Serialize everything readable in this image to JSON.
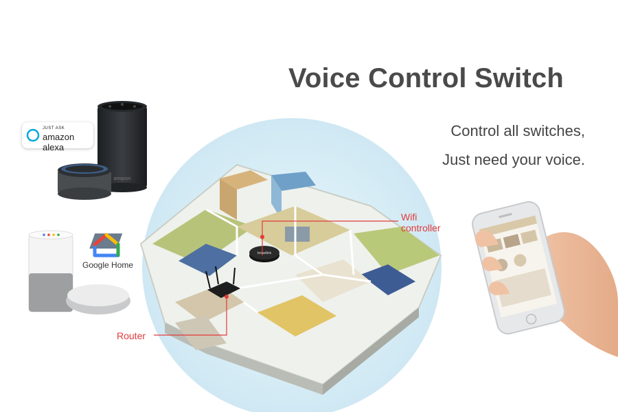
{
  "headline": "Voice Control Switch",
  "subline_1": "Control all switches,",
  "subline_2": "Just need your voice.",
  "callouts": {
    "wifi_controller": "Wifi\ncontroller",
    "router": "Router"
  },
  "alexa_badge": {
    "small": "JUST ASK",
    "big": "amazon alexa"
  },
  "google_home_label": "Google Home",
  "echo_brand": "amazon",
  "device_brand": "broadlink",
  "colors": {
    "accent_red": "#e23a3a",
    "headline_gray": "#4a4a4a",
    "circle_blue": "#d8edf6",
    "alexa_blue": "#00a8e1"
  }
}
